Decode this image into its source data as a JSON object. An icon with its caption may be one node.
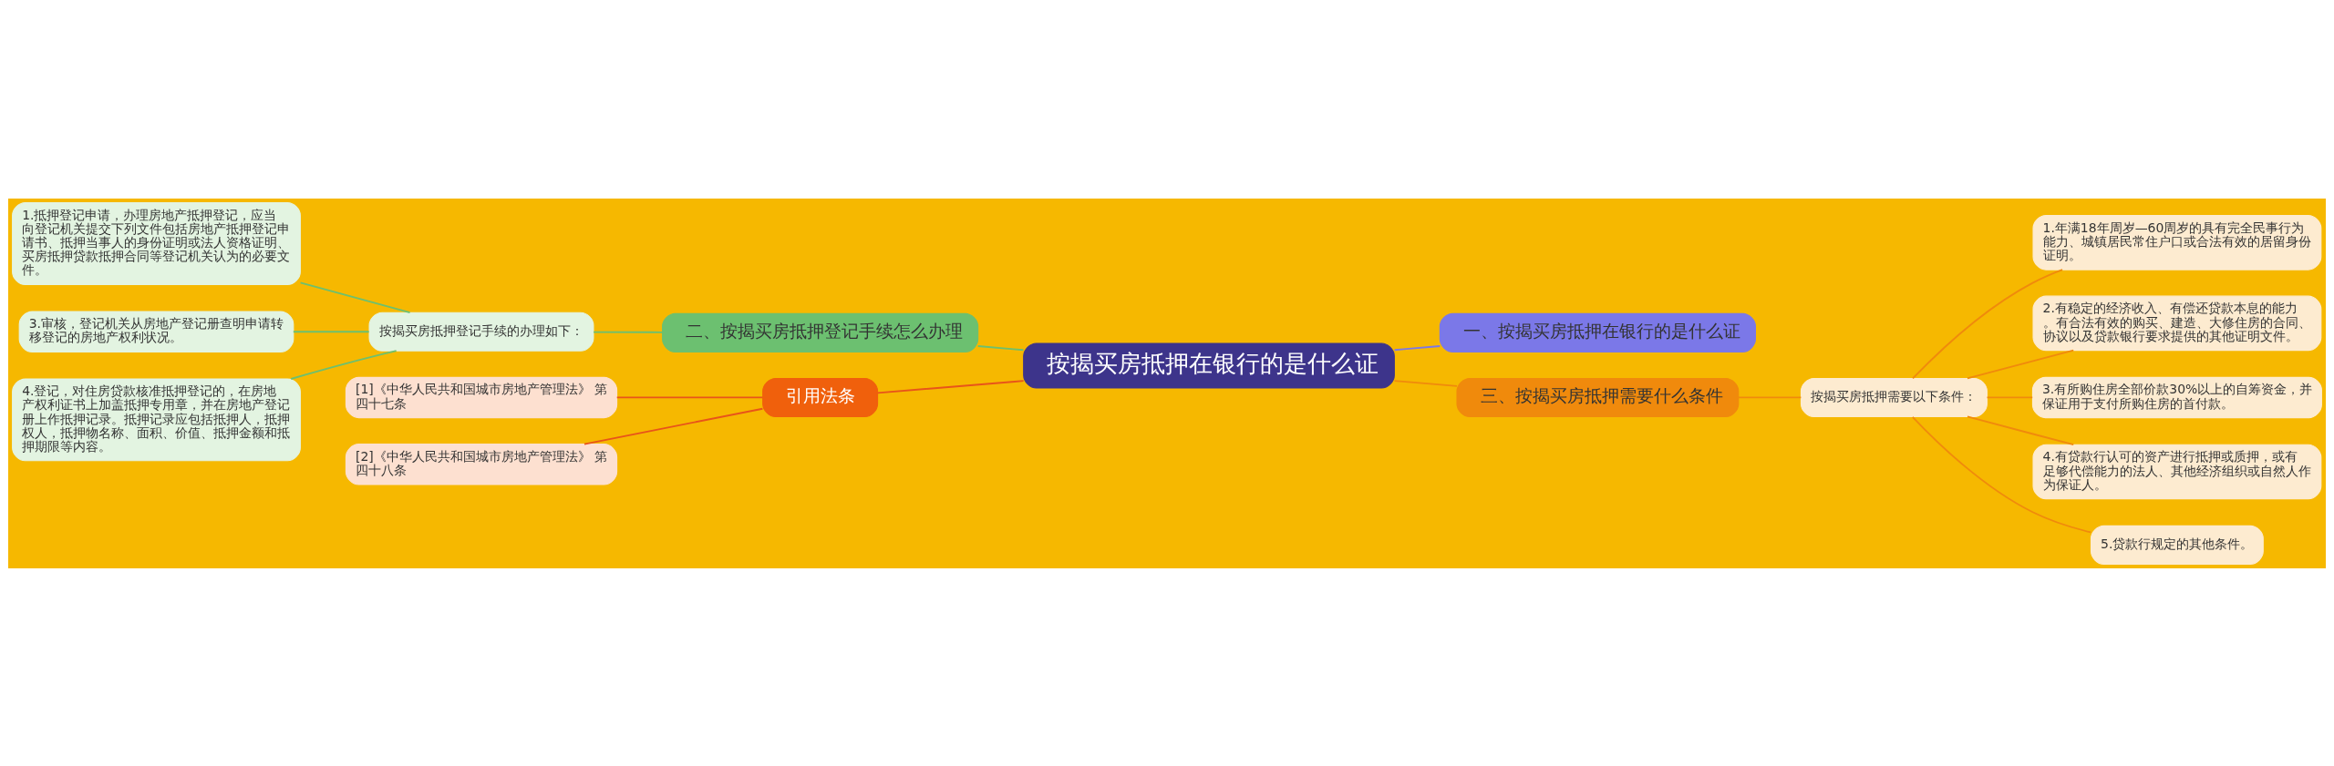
{
  "diagram": {
    "nodes": [
      {
        "text": [
          "按揭买房抵押在银行的是什么证"
        ]
      },
      {
        "text": [
          "一、按揭买房抵押在银行的是什么证"
        ]
      },
      {
        "text": [
          "二、按揭买房抵押登记手续怎么办理"
        ]
      },
      {
        "text": [
          "按揭买房抵押登记手续的办理如下："
        ]
      },
      {
        "text": [
          "1.抵押登记申请，办理房地产抵押登记，应当向登记机关提交下列文件包括房地产抵押登记申请书、抵押当事人的身份证明或法人资格证明、买房抵押贷款抵押合同等登记机关认为的必要文件。"
        ]
      },
      {
        "text": [
          "3.审核，登记机关从房地产登记册查明申请转移登记的房地产权利状况。"
        ]
      },
      {
        "text": [
          "4.登记，对住房贷款核准抵押登记的，在房地产权利证书上加盖抵押专用章，并在房地产登记册上作抵押记录。抵押记录应包括抵押人，抵押权人，抵押物名称、面积、价值、抵押金额和抵押期限等内容。"
        ]
      },
      {
        "text": [
          "三、按揭买房抵押需要什么条件"
        ]
      },
      {
        "text": [
          "按揭买房抵押需要以下条件："
        ]
      },
      {
        "text": [
          "1.年满18年周岁—60周岁的具有完全民事行为能力、城镇居民常住户口或合法有效的居留身份证明。"
        ]
      },
      {
        "text": [
          "2.有稳定的经济收入、有偿还贷款本息的能力。有合法有效的购买、建造、大修住房的合同、协议以及贷款银行要求提供的其他证明文件。"
        ]
      },
      {
        "text": [
          "3.有所购住房全部价款30%以上的自筹资金，并保证用于支付所购住房的首付款。"
        ]
      },
      {
        "text": [
          "4.有贷款行认可的资产进行抵押或质押，或有足够代偿能力的法人、其他经济组织或自然人作为保证人。"
        ]
      },
      {
        "text": [
          "5.贷款行规定的其他条件。"
        ]
      },
      {
        "text": [
          "引用法条"
        ]
      },
      {
        "text": [
          "[1]《中华人民共和国城市房地产管理法》 第四十七条"
        ]
      },
      {
        "text": [
          "[2]《中华人民共和国城市房地产管理法》 第四十八条"
        ]
      }
    ],
    "edges": [
      {
        "from": 0,
        "to": 1,
        "arrow": "none",
        "color": "#7b78e8"
      },
      {
        "from": 0,
        "to": 2,
        "arrow": "none",
        "color": "#6cc070"
      },
      {
        "from": 2,
        "to": 3,
        "arrow": "none",
        "color": "#6cc070"
      },
      {
        "from": 3,
        "to": 4,
        "arrow": "none",
        "color": "#6cc070"
      },
      {
        "from": 3,
        "to": 5,
        "arrow": "none",
        "color": "#6cc070"
      },
      {
        "from": 3,
        "to": 6,
        "arrow": "none",
        "color": "#6cc070"
      },
      {
        "from": 0,
        "to": 7,
        "arrow": "none"
      },
      {
        "from": 7,
        "to": 8,
        "arrow": "none"
      },
      {
        "from": 8,
        "to": 9,
        "arrow": "none"
      },
      {
        "from": 8,
        "to": 10,
        "arrow": "none"
      },
      {
        "from": 8,
        "to": 11,
        "arrow": "none"
      },
      {
        "from": 8,
        "to": 12,
        "arrow": "none"
      },
      {
        "from": 8,
        "to": 13,
        "arrow": "none"
      },
      {
        "from": 0,
        "to": 14,
        "arrow": "none",
        "color": "#e8541a"
      },
      {
        "from": 14,
        "to": 15,
        "arrow": "none",
        "color": "#e8541a"
      },
      {
        "from": 14,
        "to": 16,
        "arrow": "none",
        "color": "#e8541a"
      }
    ]
  }
}
